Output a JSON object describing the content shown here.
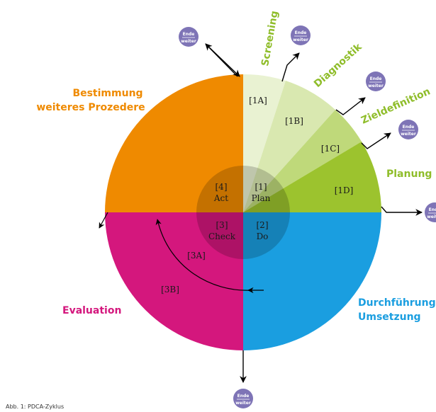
{
  "center": {
    "plan": {
      "code": "[1]",
      "label": "Plan"
    },
    "do": {
      "code": "[2]",
      "label": "Do"
    },
    "check": {
      "code": "[3]",
      "label": "Check"
    },
    "act": {
      "code": "[4]",
      "label": "Act"
    }
  },
  "segments": {
    "s1a": "[1A]",
    "s1b": "[1B]",
    "s1c": "[1C]",
    "s1d": "[1D]",
    "s3a": "[3A]",
    "s3b": "[3B]"
  },
  "phases": {
    "screening": "Screening",
    "diagnostik": "Diagnostik",
    "zieldefinition": "Zieldefinition",
    "planung": "Planung",
    "durchfuehrung_1": "Durchführung",
    "durchfuehrung_2": "Umsetzung",
    "evaluation": "Evaluation",
    "bestimmung_1": "Bestimmung",
    "bestimmung_2": "weiteres Prozedere"
  },
  "badge": {
    "top": "Ende",
    "bottom": "weiter"
  },
  "caption": "Abb. 1: PDCA-Zyklus",
  "colors": {
    "act": "#ef8a00",
    "check": "#d4177d",
    "do": "#1a9ee0",
    "plan_1a": "#e9f2d2",
    "plan_1b": "#d9e8b0",
    "plan_1c": "#bfd97a",
    "plan_1d": "#9cc32e",
    "green_text": "#8fbd2a",
    "orange_text": "#ef8a00",
    "magenta_text": "#d4177d",
    "blue_text": "#1a9ee0",
    "badge": "#7e74b6"
  }
}
